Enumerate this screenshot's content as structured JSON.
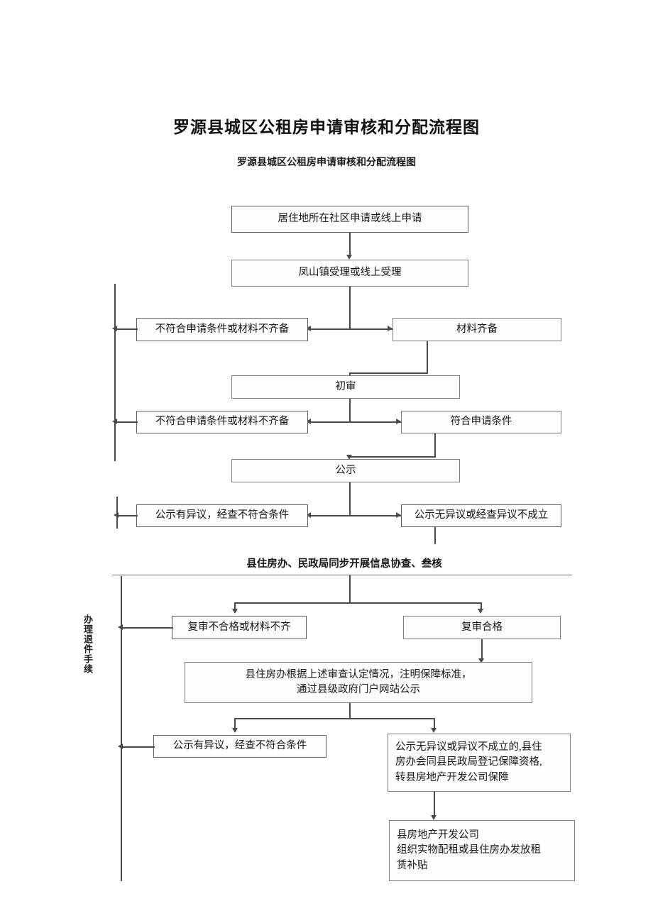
{
  "document": {
    "title": "罗源县城区公租房申请审核和分配流程图",
    "chart_subtitle": "罗源县城区公租房申请审核和分配流程图"
  },
  "side_label": "办理退件手续",
  "section1": {
    "nodes": {
      "apply": "居住地所在社区申请或线上申请",
      "accept": "凤山镇受理或线上受理",
      "reject_materials": "不符合申请条件或材料不齐备",
      "materials_ok": "材料齐备",
      "first_review": "初审",
      "reject_first_review": "不符合申请条件或材料不齐备",
      "meets_conditions": "符合申请条件",
      "publicity": "公示",
      "publicity_objection": "公示有异议，经查不符合条件",
      "publicity_no_objection": "公示无异议或经查异议不成立"
    }
  },
  "section2": {
    "caption": "县住房办、民政局同步开展信息协查、叁核",
    "nodes": {
      "review_fail": "复审不合格或材料不齐",
      "review_pass": "复审合格",
      "housing_office_notice": "县住房办根据上述审查认定情况，注明保障标准，\n通过县级政府门户网站公示",
      "publicity_objection2": "公示有异议，经查不符合条件",
      "register_guarantee": "公示无异议或异议不成立的,县住\n房办会同县民政局登记保障资格,\n转县房地产开发公司保障",
      "final_allocation": "县房地产开发公司\n组织实物配租或县住房办发放租\n赁补贴"
    }
  },
  "colors": {
    "page_background": "#ffffff",
    "box_border": "#5d5d5d",
    "connector": "#4a4a4a",
    "text": "#151515"
  }
}
